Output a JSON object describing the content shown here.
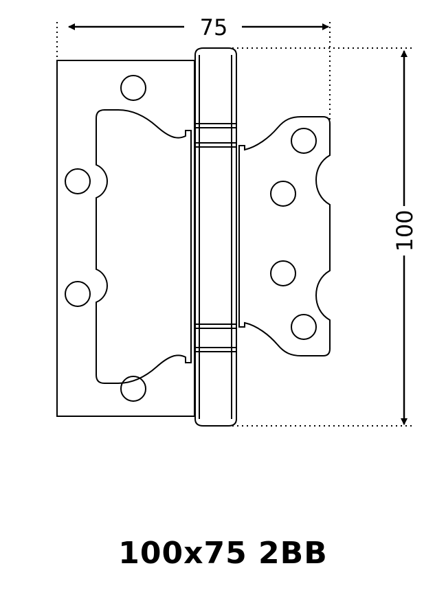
{
  "dimensions": {
    "width_label": "75",
    "height_label": "100"
  },
  "caption": "100x75 2BB",
  "colors": {
    "line": "#000000",
    "background": "#ffffff"
  }
}
